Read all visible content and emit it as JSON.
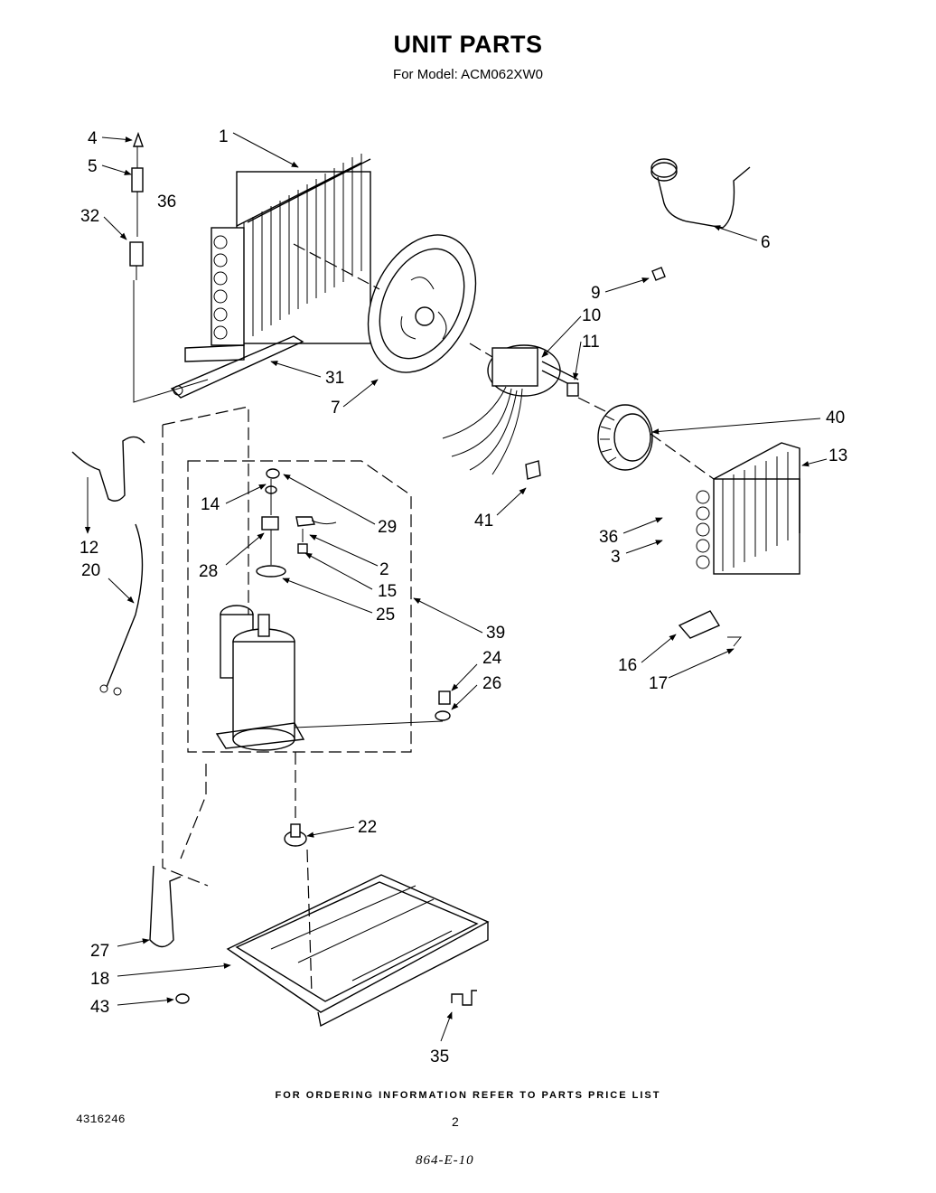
{
  "header": {
    "title": "UNIT PARTS",
    "model": "For Model: ACM062XW0"
  },
  "callouts": {
    "c1": "1",
    "c2": "2",
    "c3": "3",
    "c4": "4",
    "c5": "5",
    "c6": "6",
    "c7": "7",
    "c9": "9",
    "c10": "10",
    "c11": "11",
    "c12": "12",
    "c13": "13",
    "c14": "14",
    "c15": "15",
    "c16": "16",
    "c17": "17",
    "c18": "18",
    "c20": "20",
    "c22": "22",
    "c24": "24",
    "c25": "25",
    "c26": "26",
    "c27": "27",
    "c28": "28",
    "c29": "29",
    "c31": "31",
    "c32": "32",
    "c35": "35",
    "c36a": "36",
    "c36b": "36",
    "c39": "39",
    "c40": "40",
    "c41": "41",
    "c43": "43"
  },
  "footer": {
    "ordering": "FOR ORDERING INFORMATION REFER TO PARTS PRICE LIST",
    "doc_number": "4316246",
    "page": "2",
    "handwritten": "864-E-10"
  }
}
